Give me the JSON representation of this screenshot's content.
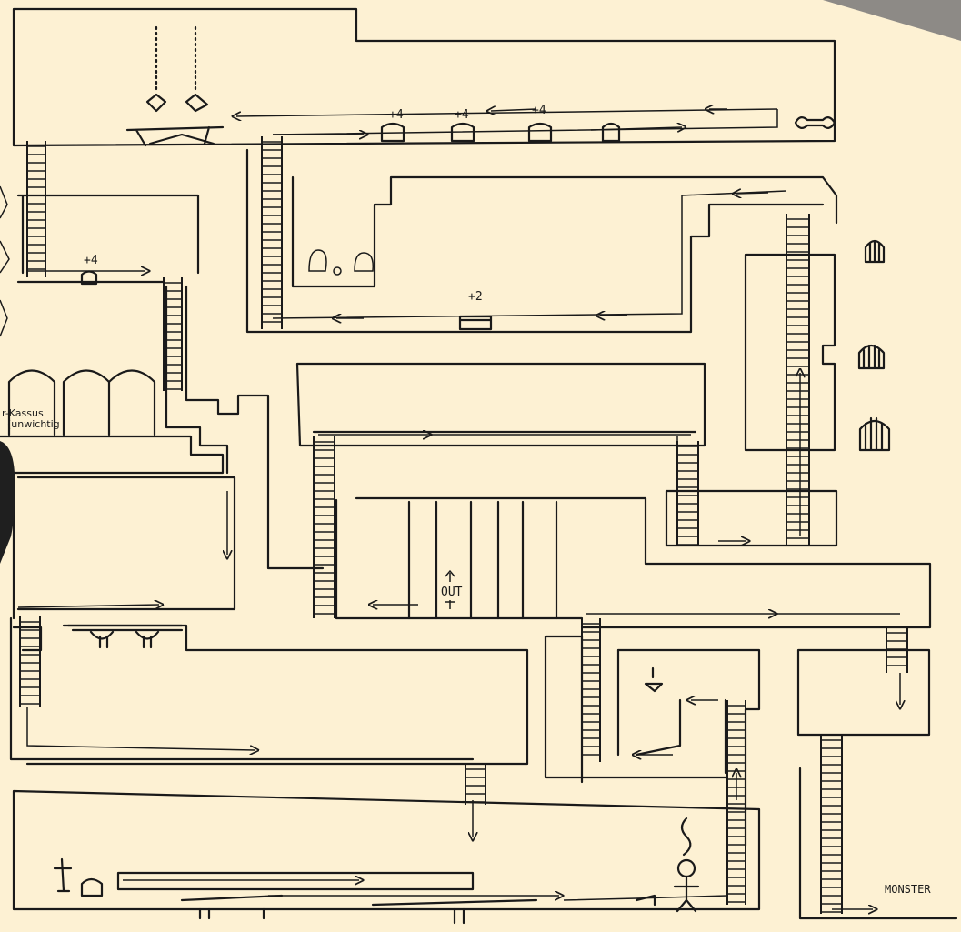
{
  "labels": {
    "out": "OUT",
    "monster": "MONSTER",
    "bonus_top_1": "+4",
    "bonus_top_2": "+4",
    "bonus_top_3": "+4",
    "bonus_left": "+4",
    "bonus_chest": "+2",
    "note_left_line1": "r-Kassus",
    "note_left_line2": "(unwichtig"
  },
  "colors": {
    "paper": "#fdf1d3",
    "ink": "#1a1a1a",
    "corner_shadow": "#8d8a86"
  },
  "icons": [
    "wrench-icon",
    "out-arrow-icon",
    "chest-icon",
    "barrel-icon",
    "arched-door-icon",
    "skeleton-figure",
    "lamp-icon"
  ]
}
